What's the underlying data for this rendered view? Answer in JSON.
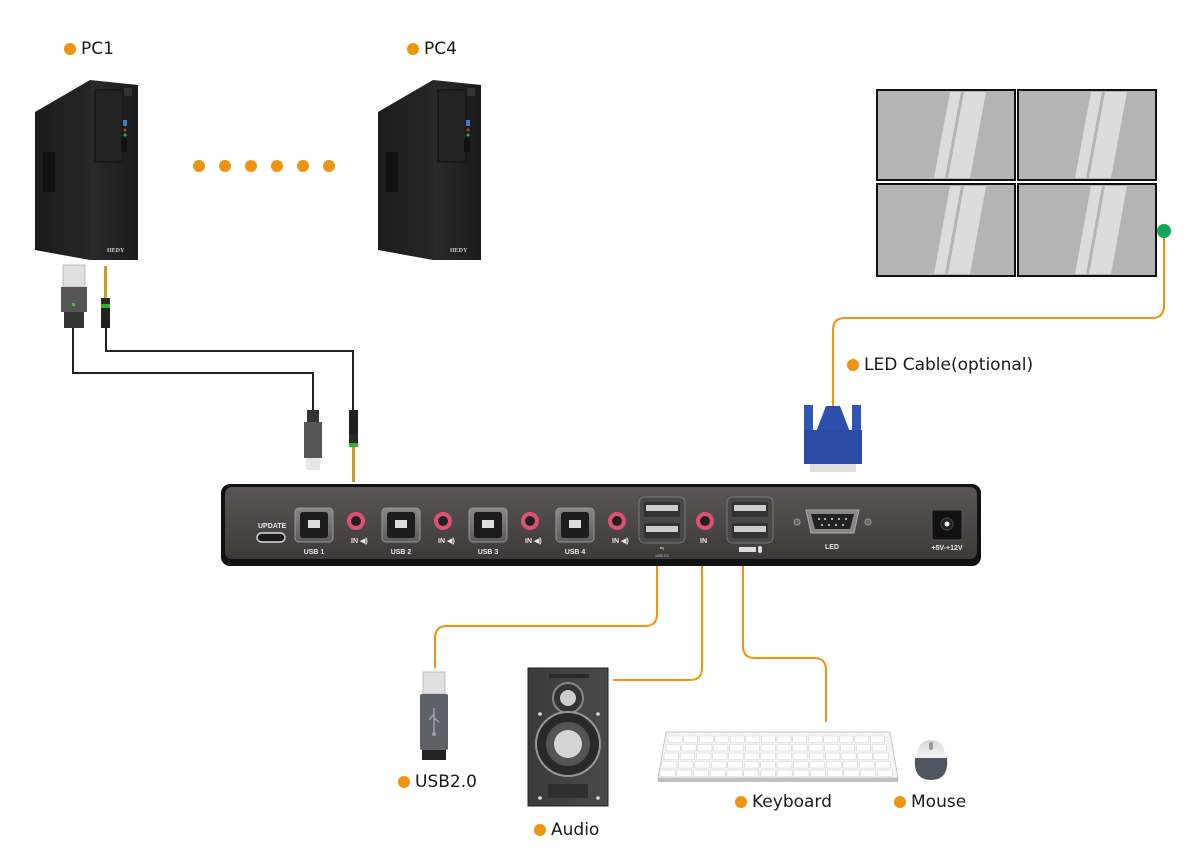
{
  "diagram": {
    "title": "KVM switch connection diagram",
    "accent_color": "#f0930f",
    "cable_color": "#f0930f",
    "indicator_green": "#17a55a",
    "labels": {
      "pc1": "PC1",
      "pc4": "PC4",
      "led_cable": "LED Cable(optional)",
      "usb": "USB2.0",
      "audio": "Audio",
      "keyboard": "Keyboard",
      "mouse": "Mouse"
    },
    "pc_brand": "HEDY",
    "ellipsis_dots": 6,
    "video_wall": {
      "rows": 2,
      "cols": 2
    },
    "kvm_panel": {
      "update": "UPDATE",
      "usb_ports": [
        "USB 1",
        "USB 2",
        "USB 3",
        "USB 4"
      ],
      "audio_in": "IN",
      "usb_hub_label": "USB 2.0",
      "led_port": "LED",
      "power": "+5V-+12V"
    }
  }
}
